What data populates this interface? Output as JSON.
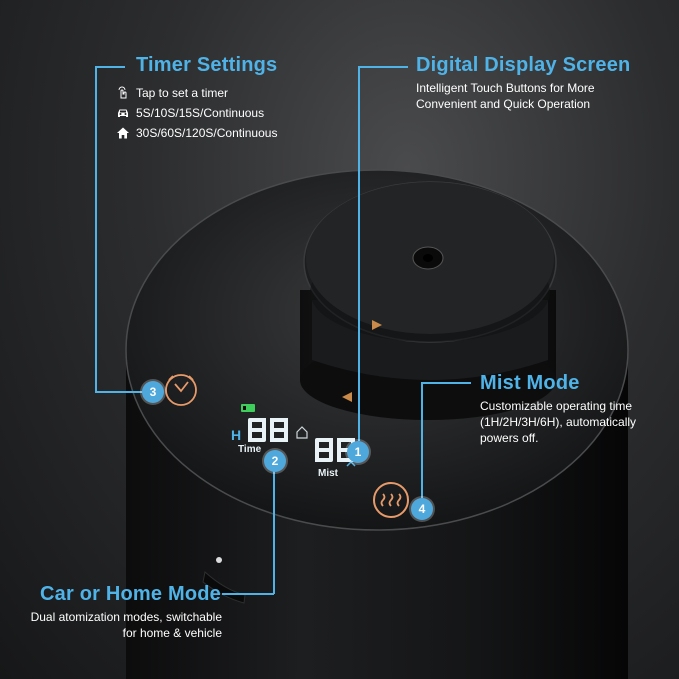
{
  "timer": {
    "title": "Timer Settings",
    "rows": [
      {
        "icon": "hand-tap-icon",
        "text": "Tap to set a timer"
      },
      {
        "icon": "car-icon",
        "text": "5S/10S/15S/Continuous"
      },
      {
        "icon": "home-icon",
        "text": "30S/60S/120S/Continuous"
      }
    ],
    "badge": "3"
  },
  "display": {
    "title": "Digital Display Screen",
    "desc": "Intelligent Touch Buttons for More Convenient and Quick Operation",
    "badge": "1"
  },
  "mist": {
    "title": "Mist Mode",
    "desc": "Customizable operating time (1H/2H/3H/6H), automatically powers off.",
    "badge": "4"
  },
  "mode": {
    "title": "Car or Home Mode",
    "desc": "Dual atomization modes, switchable for home & vehicle",
    "badge": "2"
  },
  "screen": {
    "time_label": "Time",
    "mist_label": "Mist",
    "h_label": "H"
  },
  "colors": {
    "accent": "#4fb3e8",
    "led": "#e8f2f7",
    "touch_ring": "#e79a6a",
    "background": "#2c2d2f"
  }
}
